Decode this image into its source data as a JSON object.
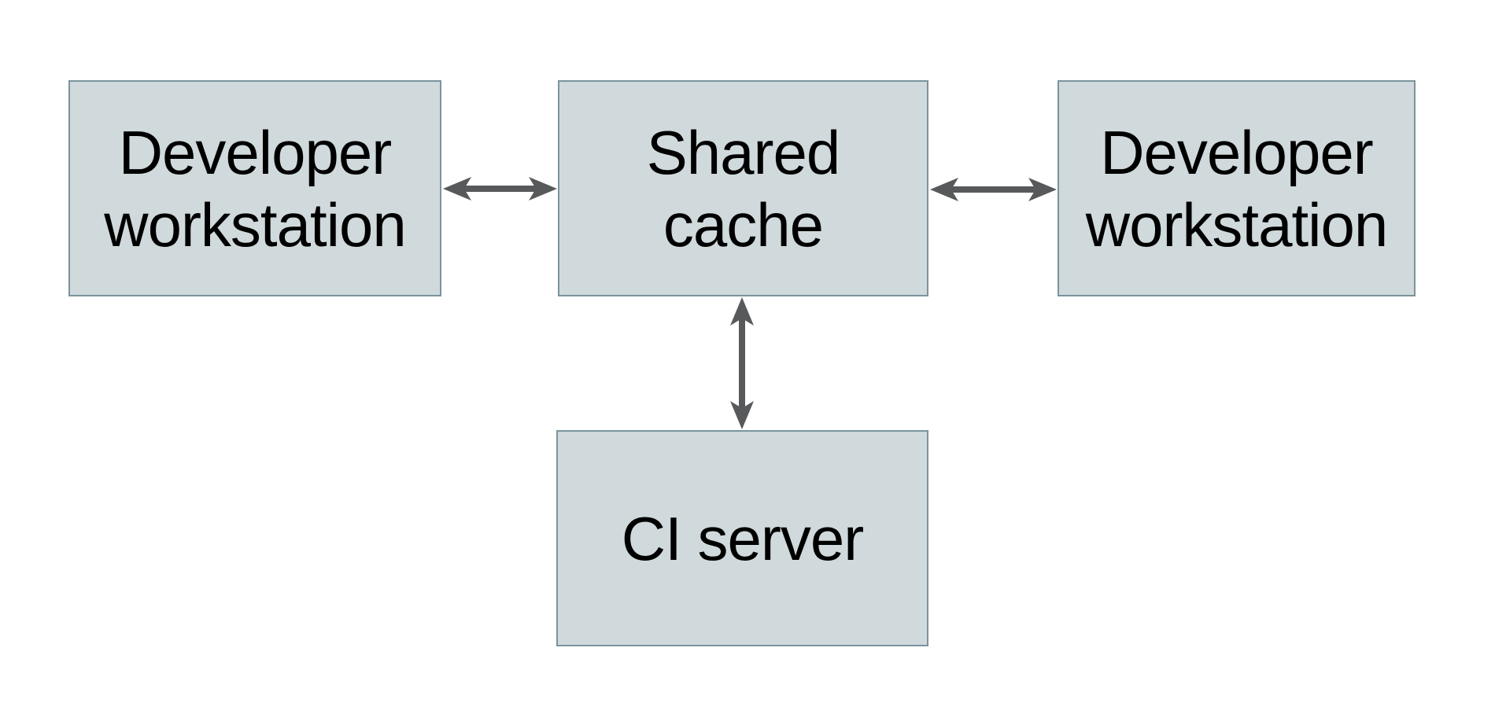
{
  "nodes": [
    {
      "id": "developer-workstation-left",
      "label": "Developer workstation"
    },
    {
      "id": "shared-cache",
      "label": "Shared cache"
    },
    {
      "id": "developer-workstation-right",
      "label": "Developer workstation"
    },
    {
      "id": "ci-server",
      "label": "CI server"
    }
  ],
  "edges": [
    {
      "from": "developer-workstation-left",
      "to": "shared-cache",
      "direction": "bidirectional"
    },
    {
      "from": "shared-cache",
      "to": "developer-workstation-right",
      "direction": "bidirectional"
    },
    {
      "from": "shared-cache",
      "to": "ci-server",
      "direction": "bidirectional"
    }
  ],
  "colors": {
    "background": "#ffffff",
    "node_fill": "#d0d9db",
    "node_border": "#7b949e",
    "arrow": "#58595b",
    "text": "#000000"
  }
}
